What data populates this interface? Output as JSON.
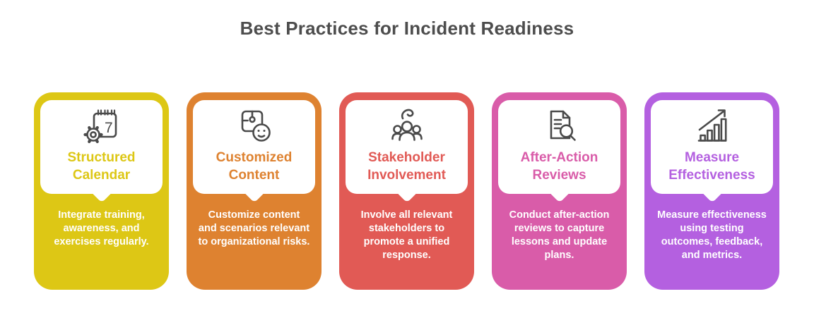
{
  "page": {
    "title": "Best Practices for Incident Readiness",
    "title_color": "#4d4d4d",
    "background_color": "#ffffff"
  },
  "icon_color": "#4a4a4a",
  "card_text_color": "#ffffff",
  "cards": [
    {
      "id": "structured-calendar",
      "color": "#ddc715",
      "title": "Structured Calendar",
      "description": "Integrate training, awareness, and exercises regularly.",
      "icon": "calendar-gear-icon"
    },
    {
      "id": "customized-content",
      "color": "#de8230",
      "title": "Customized Content",
      "description": "Customize content and scenarios relevant to organizational risks.",
      "icon": "puzzle-smiley-icon"
    },
    {
      "id": "stakeholder-involvement",
      "color": "#e15a55",
      "title": "Stakeholder Involvement",
      "description": "Involve all relevant stakeholders to promote a unified response.",
      "icon": "people-swirl-icon"
    },
    {
      "id": "after-action-reviews",
      "color": "#d95ca9",
      "title": "After-Action Reviews",
      "description": "Conduct after-action reviews to capture lessons and update plans.",
      "icon": "document-magnifier-icon"
    },
    {
      "id": "measure-effectiveness",
      "color": "#b460e0",
      "title": "Measure Effectiveness",
      "description": "Measure effectiveness using testing outcomes, feedback, and metrics.",
      "icon": "chart-growth-icon"
    }
  ]
}
